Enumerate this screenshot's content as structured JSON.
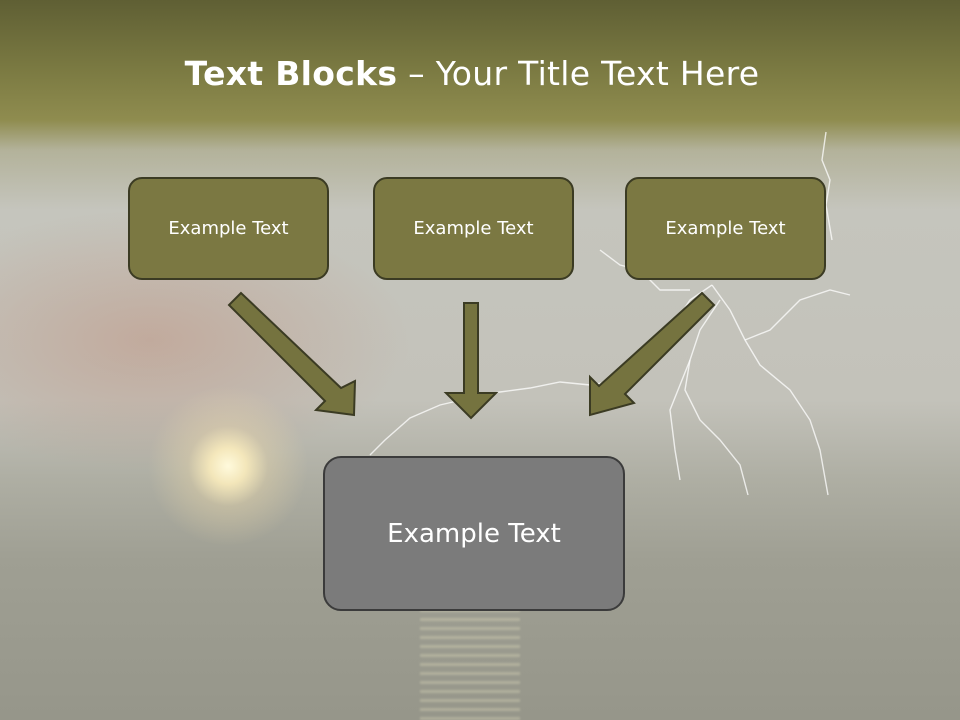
{
  "title": {
    "bold": "Text Blocks",
    "rest": " – Your Title Text Here"
  },
  "blocks": [
    {
      "label": "Example Text"
    },
    {
      "label": "Example Text"
    },
    {
      "label": "Example Text"
    }
  ],
  "main_block": {
    "label": "Example Text"
  },
  "colors": {
    "block_fill": "#7b7842",
    "main_fill": "#7b7b7b",
    "arrow_fill": "#75733f",
    "outline": "#3b3b23",
    "title_band": "#7b7a42"
  }
}
